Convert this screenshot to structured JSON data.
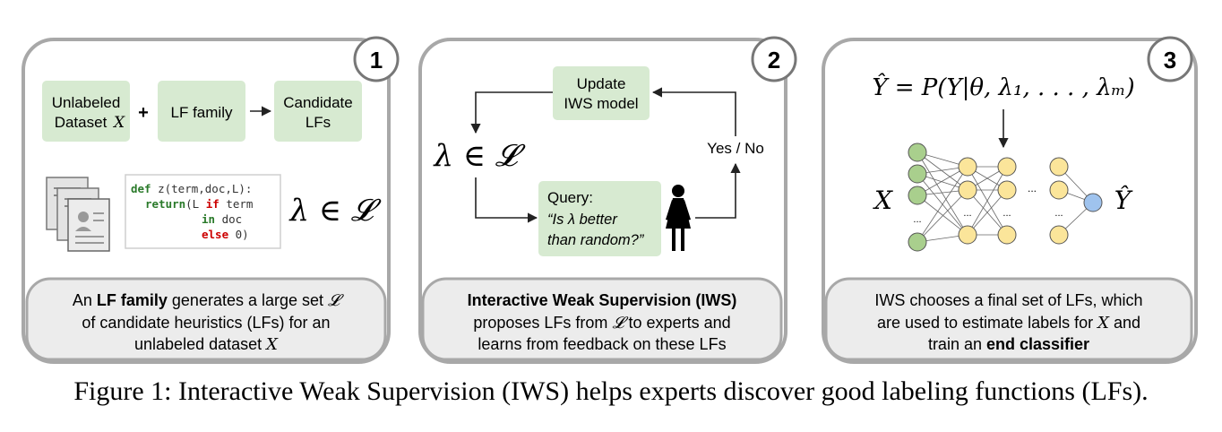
{
  "panels": [
    {
      "number": "1",
      "boxes": {
        "unlabeled_line1": "Unlabeled",
        "unlabeled_line2": "Dataset",
        "unlabeled_var": "X",
        "plus": "+",
        "lf_family": "LF family",
        "candidate_line1": "Candidate",
        "candidate_line2": "LFs"
      },
      "code": {
        "l1_kw": "def",
        "l1_rest": " z(term,doc,L):",
        "l2_kw": "return",
        "l2_a": "(L ",
        "l2_kw2": "if",
        "l2_b": " term",
        "l3_kw": "in",
        "l3_rest": " doc",
        "l4_kw": "else",
        "l4_rest": " 0)"
      },
      "math": "λ ∈ 𝓛",
      "caption": {
        "l1_a": "An ",
        "l1_bold": "LF family",
        "l1_b": " generates a large set ",
        "l1_var": "𝓛",
        "l2": "of candidate heuristics (LFs) for an",
        "l3_a": "unlabeled dataset ",
        "l3_var": "X"
      }
    },
    {
      "number": "2",
      "update_line1": "Update",
      "update_line2": "IWS model",
      "math": "λ ∈ 𝓛",
      "yes_no": "Yes / No",
      "query_title": "Query:",
      "query_line1": "“Is λ better",
      "query_line2": "than random?”",
      "caption": {
        "l1": "Interactive Weak Supervision (IWS)",
        "l2_a": "proposes LFs from ",
        "l2_var": "𝓛",
        "l2_b": " to experts and",
        "l3": "learns from feedback on these LFs"
      }
    },
    {
      "number": "3",
      "formula": "Ŷ = P(Y|θ, λ₁, . . . , λₘ)",
      "x_label": "X",
      "y_label": "Ŷ",
      "dots": "...",
      "caption": {
        "l1": "IWS chooses a final set of LFs, which",
        "l2_a": "are used to estimate labels for ",
        "l2_var": "X",
        "l2_b": " and",
        "l3_a": "train an ",
        "l3_bold": "end classifier"
      }
    }
  ],
  "figure_caption": "Figure 1: Interactive Weak Supervision (IWS) helps experts discover good labeling functions (LFs).",
  "colors": {
    "box_green": "#d7ead1",
    "panel_border": "#a8a8a8",
    "caption_fill": "#ececec",
    "node_green": "#a9cf8d",
    "node_yellow": "#fbe59a",
    "node_blue": "#9fc3ee",
    "code_keyword": "#2a7a2a",
    "code_if": "#cc0000"
  }
}
